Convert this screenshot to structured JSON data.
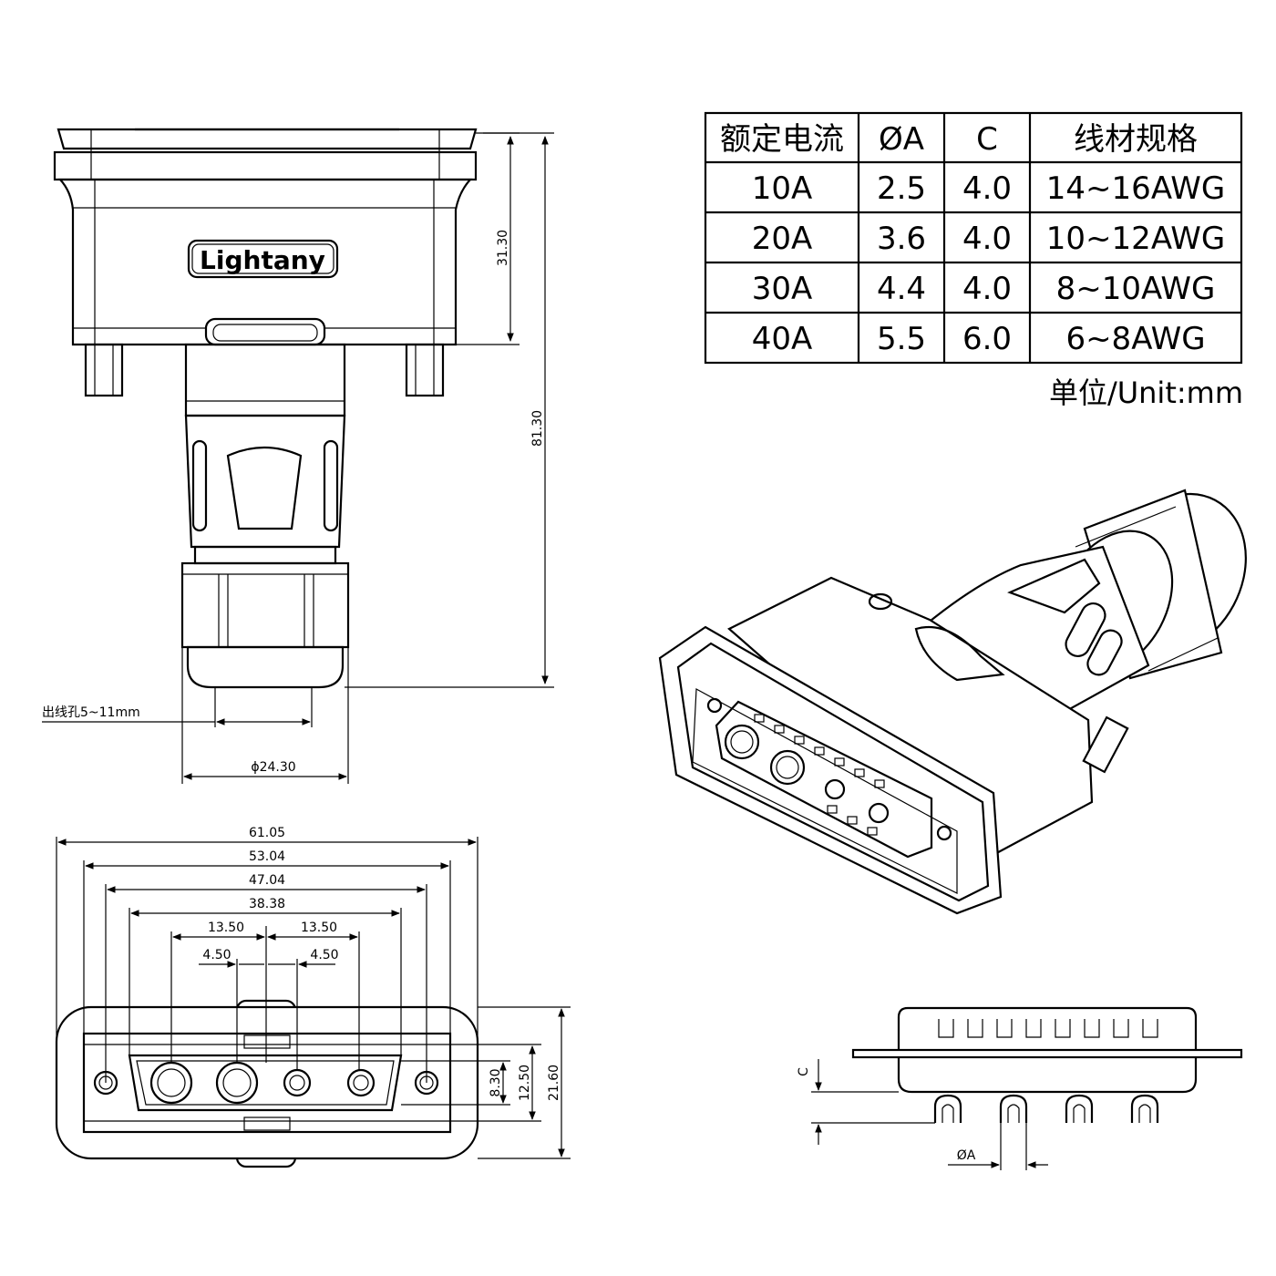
{
  "brand": "Lightany",
  "spec_table": {
    "headers": [
      "额定电流",
      "ØA",
      "C",
      "线材规格"
    ],
    "rows": [
      [
        "10A",
        "2.5",
        "4.0",
        "14~16AWG"
      ],
      [
        "20A",
        "3.6",
        "4.0",
        "10~12AWG"
      ],
      [
        "30A",
        "4.4",
        "4.0",
        "8~10AWG"
      ],
      [
        "40A",
        "5.5",
        "6.0",
        "6~8AWG"
      ]
    ],
    "unit_note": "单位/Unit:mm"
  },
  "side_view": {
    "dim_height_body": "31.30",
    "dim_height_total": "81.30",
    "cable_hole_label": "出线孔5~11mm",
    "dim_nut_diameter": "ϕ24.30"
  },
  "front_view": {
    "dim_overall_width": "61.05",
    "dim_screw_spacing": "53.04",
    "dim_shell_outer": "47.04",
    "dim_shell_inner": "38.38",
    "dim_power_pitch_left": "13.50",
    "dim_power_pitch_right": "13.50",
    "dim_offset_left": "4.50",
    "dim_offset_right": "4.50",
    "dim_shell_height": "8.30",
    "dim_inner_height": "12.50",
    "dim_overall_height": "21.60"
  },
  "pin_view": {
    "dim_c": "C",
    "dim_a": "ØA"
  }
}
